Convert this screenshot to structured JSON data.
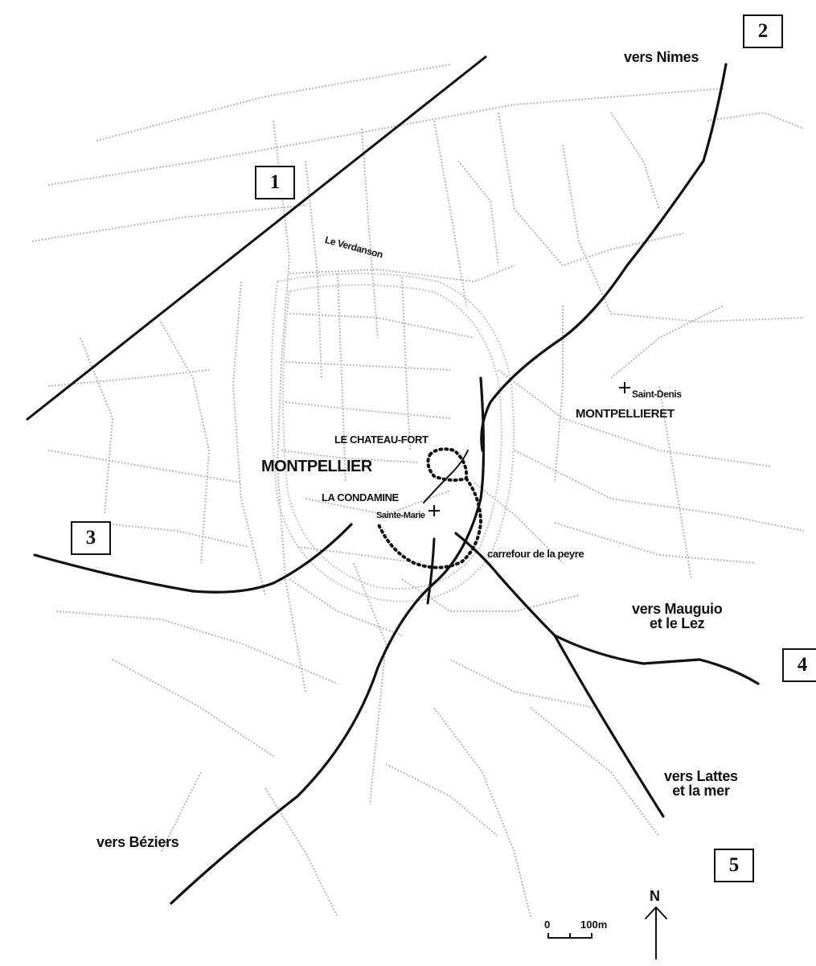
{
  "map": {
    "places": {
      "montpellier": "MONTPELLIER",
      "montpellieret": "MONTPELLIERET",
      "chateau_fort": "LE CHATEAU-FORT",
      "condamine": "LA CONDAMINE",
      "sainte_marie": "Sainte-Marie",
      "saint_denis": "Saint-Denis",
      "verdanson": "Le Verdanson",
      "carrefour": "carrefour de la peyre"
    },
    "destinations": {
      "nimes": "vers Nimes",
      "beziers": "vers Béziers",
      "mauguio_line1": "vers Mauguio",
      "mauguio_line2": "et le Lez",
      "lattes_line1": "vers Lattes",
      "lattes_line2": "et la mer"
    },
    "markers": [
      "1",
      "2",
      "3",
      "4",
      "5"
    ],
    "scale": {
      "start": "0",
      "end": "100m"
    },
    "north": "N",
    "colors": {
      "ink": "#111111",
      "streets": "#b8b8b8"
    }
  }
}
